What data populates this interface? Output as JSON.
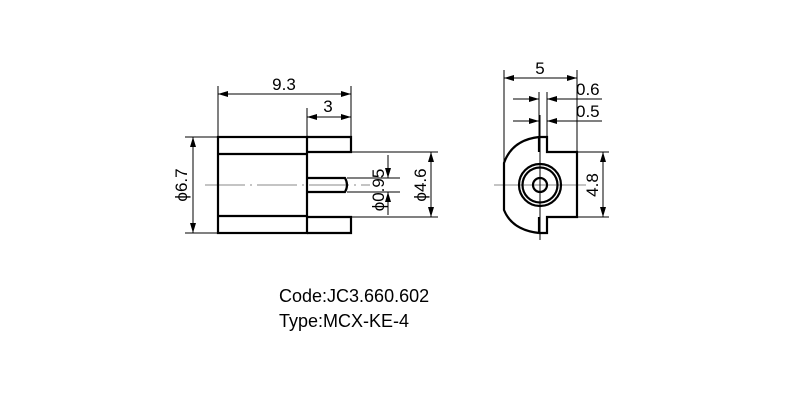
{
  "dimensions": {
    "length": "9.3",
    "pin_length": "3",
    "body_diameter": "ϕ6.7",
    "pin_diameter": "ϕ0.95",
    "socket_diameter": "ϕ4.6",
    "width": "5",
    "slot_outer": "0.6",
    "slot_inner": "0.5",
    "height": "4.8"
  },
  "labels": {
    "code": "Code:JC3.660.602",
    "type": "Type:MCX-KE-4"
  }
}
